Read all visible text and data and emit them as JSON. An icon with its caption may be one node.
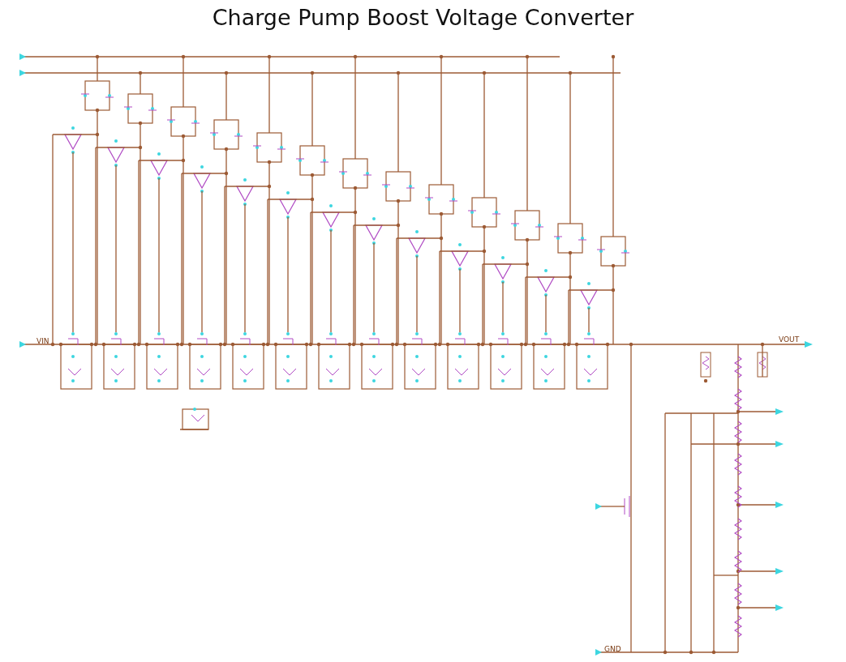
{
  "diagram": {
    "title": "Charge Pump Boost Voltage Converter",
    "labels": [
      "VIN",
      "VOUT",
      "GND"
    ]
  }
}
